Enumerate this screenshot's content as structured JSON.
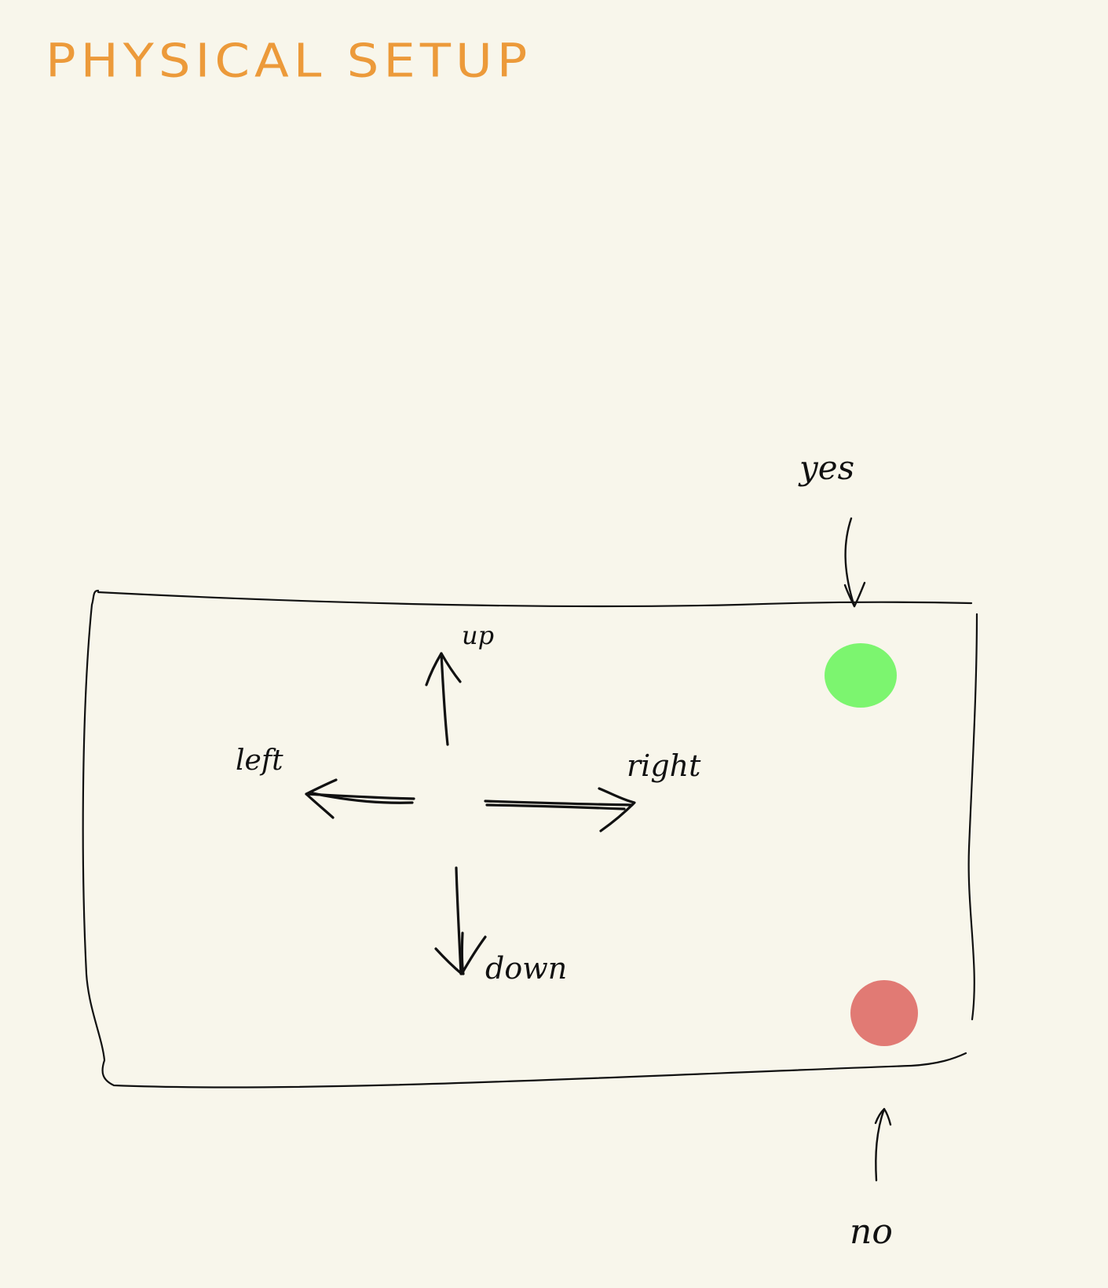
{
  "title": "PHYSICAL SETUP",
  "labels": {
    "up": "up",
    "down": "down",
    "left": "left",
    "right": "right",
    "yes": "yes",
    "no": "no"
  },
  "colors": {
    "background": "#F8F6EB",
    "title": "#EC9A3A",
    "ink": "#111111",
    "yes_button": "#7CF56F",
    "no_button": "#E17A74"
  }
}
